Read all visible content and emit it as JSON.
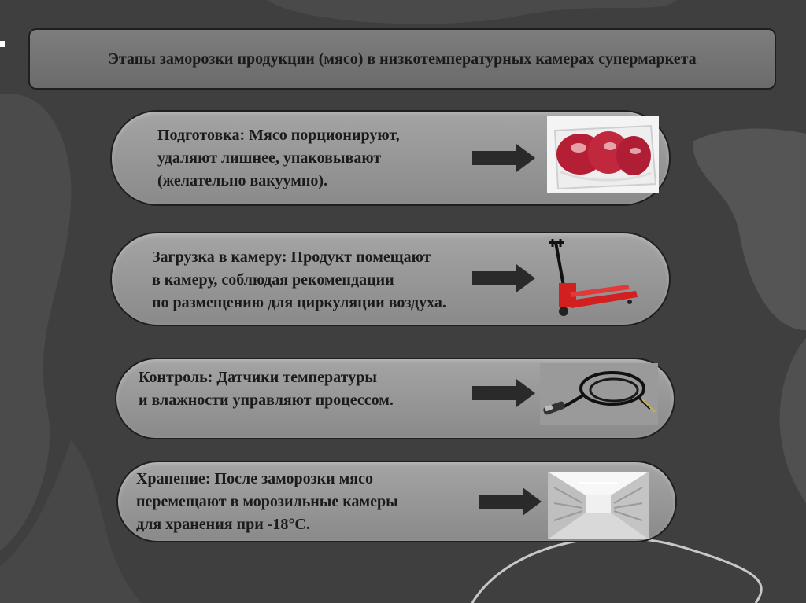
{
  "slide": {
    "title": "Этапы заморозки продукции (мясо) в низкотемпературных камерах супермаркета",
    "stages": [
      {
        "text": "Подготовка: Мясо порционируют,\nудаляют лишнее, упаковывают\n(желательно вакуумно).",
        "image_icon": "vacuum-packed-meat-icon"
      },
      {
        "text": "Загрузка в камеру: Продукт помещают\nв камеру, соблюдая рекомендации\nпо размещению для циркуляции воздуха.",
        "image_icon": "pallet-jack-icon"
      },
      {
        "text": "Контроль: Датчики температуры\nи влажности управляют процессом.",
        "image_icon": "temperature-sensor-probe-icon"
      },
      {
        "text": "Хранение: После заморозки мясо\nперемещают в морозильные камеры\nдля хранения при -18°С.",
        "image_icon": "freezer-storage-room-icon"
      }
    ]
  },
  "colors": {
    "background": "#3f3f3f",
    "shapes": "#4a4a4a",
    "pill": "#999999",
    "arrow": "#2a2a2a",
    "accent_red": "#d21f1f"
  }
}
